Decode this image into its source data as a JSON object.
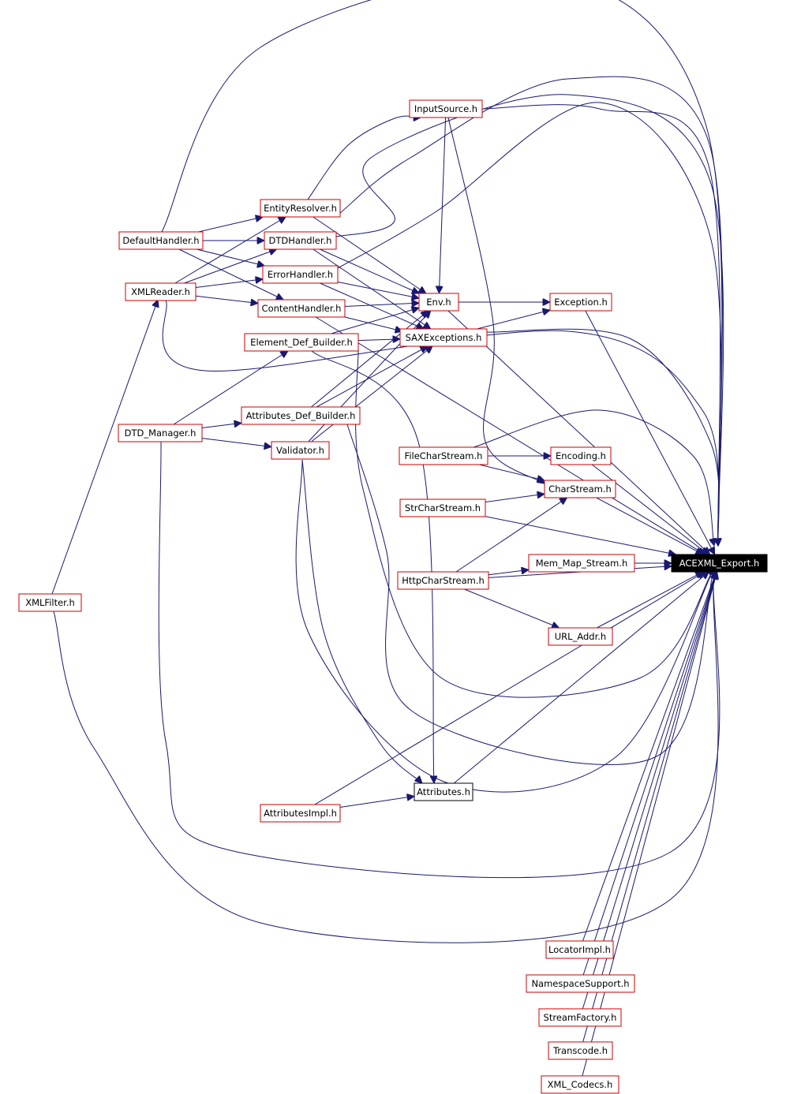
{
  "diagram": {
    "root": "ACEXML_Export.h",
    "nodes": [
      {
        "id": "InputSource",
        "label": "InputSource.h",
        "style": "red"
      },
      {
        "id": "EntityResolver",
        "label": "EntityResolver.h",
        "style": "red"
      },
      {
        "id": "DefaultHandler",
        "label": "DefaultHandler.h",
        "style": "red"
      },
      {
        "id": "DTDHandler",
        "label": "DTDHandler.h",
        "style": "red"
      },
      {
        "id": "ErrorHandler",
        "label": "ErrorHandler.h",
        "style": "red"
      },
      {
        "id": "XMLReader",
        "label": "XMLReader.h",
        "style": "red"
      },
      {
        "id": "ContentHandler",
        "label": "ContentHandler.h",
        "style": "red"
      },
      {
        "id": "Env",
        "label": "Env.h",
        "style": "red"
      },
      {
        "id": "Exception",
        "label": "Exception.h",
        "style": "red"
      },
      {
        "id": "ElementDefBuilder",
        "label": "Element_Def_Builder.h",
        "style": "red"
      },
      {
        "id": "SAXExceptions",
        "label": "SAXExceptions.h",
        "style": "red"
      },
      {
        "id": "AttributesDefBuilder",
        "label": "Attributes_Def_Builder.h",
        "style": "red"
      },
      {
        "id": "DTDManager",
        "label": "DTD_Manager.h",
        "style": "red"
      },
      {
        "id": "Validator",
        "label": "Validator.h",
        "style": "red"
      },
      {
        "id": "FileCharStream",
        "label": "FileCharStream.h",
        "style": "red"
      },
      {
        "id": "Encoding",
        "label": "Encoding.h",
        "style": "red"
      },
      {
        "id": "CharStream",
        "label": "CharStream.h",
        "style": "red"
      },
      {
        "id": "StrCharStream",
        "label": "StrCharStream.h",
        "style": "red"
      },
      {
        "id": "MemMapStream",
        "label": "Mem_Map_Stream.h",
        "style": "red"
      },
      {
        "id": "ACEXMLExport",
        "label": "ACEXML_Export.h",
        "style": "root"
      },
      {
        "id": "HttpCharStream",
        "label": "HttpCharStream.h",
        "style": "red"
      },
      {
        "id": "XMLFilter",
        "label": "XMLFilter.h",
        "style": "red"
      },
      {
        "id": "URLAddr",
        "label": "URL_Addr.h",
        "style": "red"
      },
      {
        "id": "Attributes",
        "label": "Attributes.h",
        "style": "black"
      },
      {
        "id": "AttributesImpl",
        "label": "AttributesImpl.h",
        "style": "red"
      },
      {
        "id": "LocatorImpl",
        "label": "LocatorImpl.h",
        "style": "red"
      },
      {
        "id": "NamespaceSupport",
        "label": "NamespaceSupport.h",
        "style": "red"
      },
      {
        "id": "StreamFactory",
        "label": "StreamFactory.h",
        "style": "red"
      },
      {
        "id": "Transcode",
        "label": "Transcode.h",
        "style": "red"
      },
      {
        "id": "XMLCodecs",
        "label": "XML_Codecs.h",
        "style": "red"
      }
    ],
    "edges": [
      [
        "InputSource",
        "Env"
      ],
      [
        "InputSource",
        "CharStream"
      ],
      [
        "InputSource",
        "ACEXMLExport"
      ],
      [
        "EntityResolver",
        "InputSource"
      ],
      [
        "EntityResolver",
        "Env"
      ],
      [
        "EntityResolver",
        "ACEXMLExport"
      ],
      [
        "DefaultHandler",
        "EntityResolver"
      ],
      [
        "DefaultHandler",
        "DTDHandler"
      ],
      [
        "DefaultHandler",
        "ErrorHandler"
      ],
      [
        "DefaultHandler",
        "ContentHandler"
      ],
      [
        "DefaultHandler",
        "ACEXMLExport"
      ],
      [
        "DTDHandler",
        "Env"
      ],
      [
        "DTDHandler",
        "SAXExceptions"
      ],
      [
        "DTDHandler",
        "ACEXMLExport"
      ],
      [
        "ErrorHandler",
        "Env"
      ],
      [
        "ErrorHandler",
        "SAXExceptions"
      ],
      [
        "ErrorHandler",
        "ACEXMLExport"
      ],
      [
        "XMLReader",
        "EntityResolver"
      ],
      [
        "XMLReader",
        "DTDHandler"
      ],
      [
        "XMLReader",
        "ErrorHandler"
      ],
      [
        "XMLReader",
        "ContentHandler"
      ],
      [
        "XMLReader",
        "ACEXMLExport"
      ],
      [
        "ContentHandler",
        "Env"
      ],
      [
        "ContentHandler",
        "SAXExceptions"
      ],
      [
        "ContentHandler",
        "ACEXMLExport"
      ],
      [
        "Env",
        "Exception"
      ],
      [
        "Env",
        "ACEXMLExport"
      ],
      [
        "Exception",
        "ACEXMLExport"
      ],
      [
        "ElementDefBuilder",
        "Env"
      ],
      [
        "ElementDefBuilder",
        "SAXExceptions"
      ],
      [
        "ElementDefBuilder",
        "Attributes"
      ],
      [
        "ElementDefBuilder",
        "ACEXMLExport"
      ],
      [
        "SAXExceptions",
        "Exception"
      ],
      [
        "SAXExceptions",
        "ACEXMLExport"
      ],
      [
        "AttributesDefBuilder",
        "Env"
      ],
      [
        "AttributesDefBuilder",
        "SAXExceptions"
      ],
      [
        "AttributesDefBuilder",
        "ACEXMLExport"
      ],
      [
        "DTDManager",
        "ElementDefBuilder"
      ],
      [
        "DTDManager",
        "AttributesDefBuilder"
      ],
      [
        "DTDManager",
        "Validator"
      ],
      [
        "DTDManager",
        "ACEXMLExport"
      ],
      [
        "Validator",
        "Env"
      ],
      [
        "Validator",
        "SAXExceptions"
      ],
      [
        "Validator",
        "Attributes"
      ],
      [
        "Validator",
        "ACEXMLExport"
      ],
      [
        "FileCharStream",
        "Encoding"
      ],
      [
        "FileCharStream",
        "CharStream"
      ],
      [
        "FileCharStream",
        "ACEXMLExport"
      ],
      [
        "Encoding",
        "ACEXMLExport"
      ],
      [
        "CharStream",
        "ACEXMLExport"
      ],
      [
        "StrCharStream",
        "CharStream"
      ],
      [
        "StrCharStream",
        "ACEXMLExport"
      ],
      [
        "MemMapStream",
        "ACEXMLExport"
      ],
      [
        "HttpCharStream",
        "CharStream"
      ],
      [
        "HttpCharStream",
        "MemMapStream"
      ],
      [
        "HttpCharStream",
        "URLAddr"
      ],
      [
        "HttpCharStream",
        "ACEXMLExport"
      ],
      [
        "XMLFilter",
        "XMLReader"
      ],
      [
        "XMLFilter",
        "ACEXMLExport"
      ],
      [
        "URLAddr",
        "ACEXMLExport"
      ],
      [
        "Attributes",
        "ACEXMLExport"
      ],
      [
        "AttributesImpl",
        "Attributes"
      ],
      [
        "AttributesImpl",
        "ACEXMLExport"
      ],
      [
        "LocatorImpl",
        "ACEXMLExport"
      ],
      [
        "NamespaceSupport",
        "ACEXMLExport"
      ],
      [
        "StreamFactory",
        "ACEXMLExport"
      ],
      [
        "Transcode",
        "ACEXMLExport"
      ],
      [
        "XMLCodecs",
        "ACEXMLExport"
      ]
    ]
  }
}
